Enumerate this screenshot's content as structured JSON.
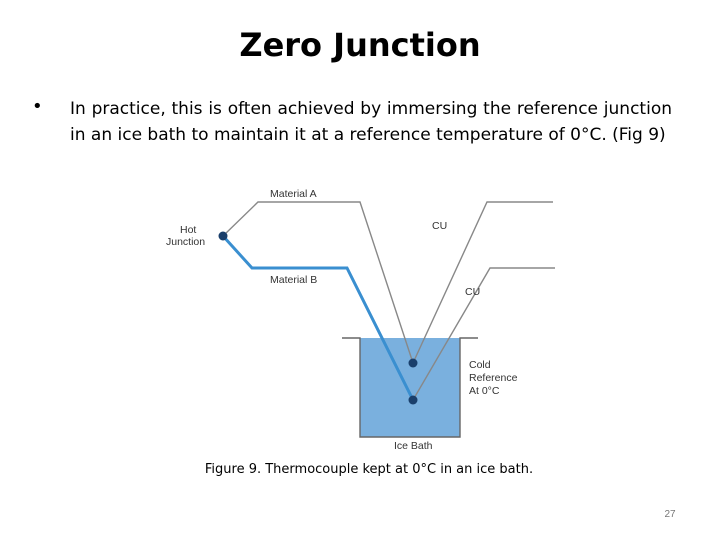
{
  "slide": {
    "title": "Zero Junction",
    "bullet": "In practice, this is often achieved by immersing the reference junction in an ice bath to maintain it at a reference temperature of 0°C. (Fig 9)",
    "bullet_marker": "•",
    "page_number": "27"
  },
  "figure": {
    "caption": "Figure 9. Thermocouple kept at 0°C in an ice bath.",
    "labels": {
      "material_a": "Material A",
      "material_b": "Material B",
      "hot_junction_line1": "Hot",
      "hot_junction_line2": "Junction",
      "cu_top": "CU",
      "cu_bottom": "CU",
      "cold_ref_line1": "Cold",
      "cold_ref_line2": "Reference",
      "cold_ref_line3": "At 0°C",
      "ice_bath": "Ice Bath"
    },
    "colors": {
      "material_a_wire": "#888888",
      "material_b_wire": "#3a8fd0",
      "ice_water": "#7ab0de",
      "junction_dot": "#1a3f6b"
    }
  }
}
